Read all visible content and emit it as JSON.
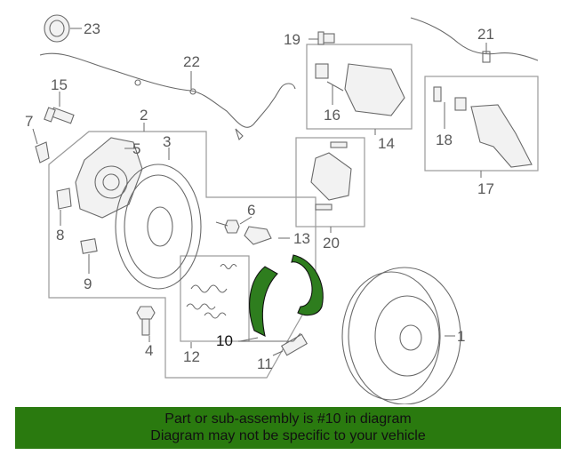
{
  "callouts": {
    "c1": "1",
    "c2": "2",
    "c3": "3",
    "c4": "4",
    "c5": "5",
    "c6": "6",
    "c7": "7",
    "c8": "8",
    "c9": "9",
    "c10": "10",
    "c11": "11",
    "c12": "12",
    "c13": "13",
    "c14": "14",
    "c15": "15",
    "c16": "16",
    "c17": "17",
    "c18": "18",
    "c19": "19",
    "c20": "20",
    "c21": "21",
    "c22": "22",
    "c23": "23"
  },
  "banner": {
    "line1": "Part or sub-assembly is #10 in diagram",
    "line2": "Diagram may not be specific to your vehicle"
  },
  "colors": {
    "highlight": "#2e7d1e",
    "banner_bg": "#2a7a0f"
  }
}
